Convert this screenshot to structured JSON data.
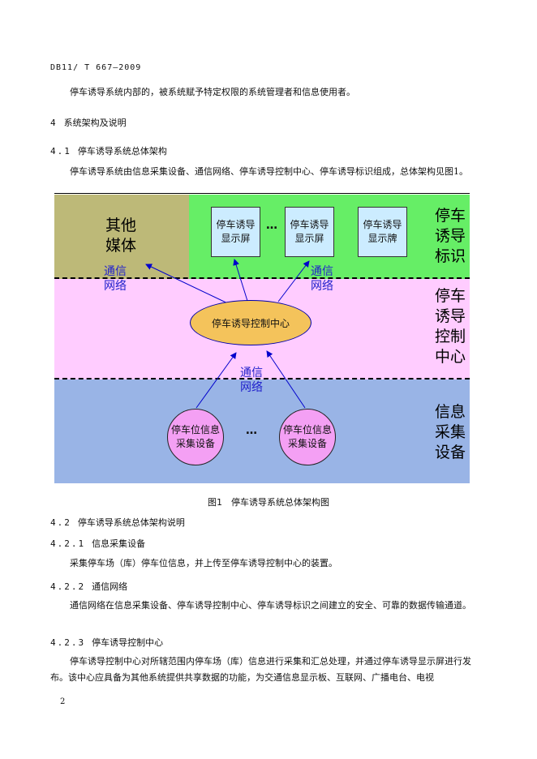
{
  "header": {
    "doc_id": "DB11/ T 667—2009"
  },
  "intro_text": "停车诱导系统内部的，被系统赋予特定权限的系统管理者和信息使用者。",
  "section4": {
    "num": "4",
    "title": "系统架构及说明"
  },
  "section41": {
    "num": "4.1",
    "title": "停车诱导系统总体架构"
  },
  "section41_body": "停车诱导系统由信息采集设备、通信网络、停车诱导控制中心、停车诱导标识组成，总体架构见图1。",
  "figure": {
    "other_media": "其他\n媒体",
    "boxes": [
      "停车诱导\n显示屏",
      "停车诱导\n显示屏",
      "停车诱导\n显示牌"
    ],
    "dots": "…",
    "label_guidance": "停车\n诱导\n标识",
    "label_control": "停车\n诱导\n控制\n中心",
    "label_collect": "信息\n采集\n设备",
    "net": "通信\n网络",
    "control_center": "停车诱导控制中心",
    "collectors": [
      "停车位信息\n采集设备",
      "停车位信息\n采集设备"
    ]
  },
  "caption": "图1　停车诱导系统总体架构图",
  "section42": {
    "num": "4.2",
    "title": "停车诱导系统总体架构说明"
  },
  "section421": {
    "num": "4.2.1",
    "title": "信息采集设备"
  },
  "section421_body": "采集停车场（库）停车位信息，并上传至停车诱导控制中心的装置。",
  "section422": {
    "num": "4.2.2",
    "title": "通信网络"
  },
  "section422_body": "通信网络在信息采集设备、停车诱导控制中心、停车诱导标识之间建立的安全、可靠的数据传输通道。",
  "section423": {
    "num": "4.2.3",
    "title": "停车诱导控制中心"
  },
  "section423_body": "停车诱导控制中心对所辖范围内停车场（库）信息进行采集和汇总处理，并通过停车诱导显示屏进行发布。该中心应具备为其他系统提供共享数据的功能，为交通信息显示板、互联网、广播电台、电视",
  "page_number": "2"
}
